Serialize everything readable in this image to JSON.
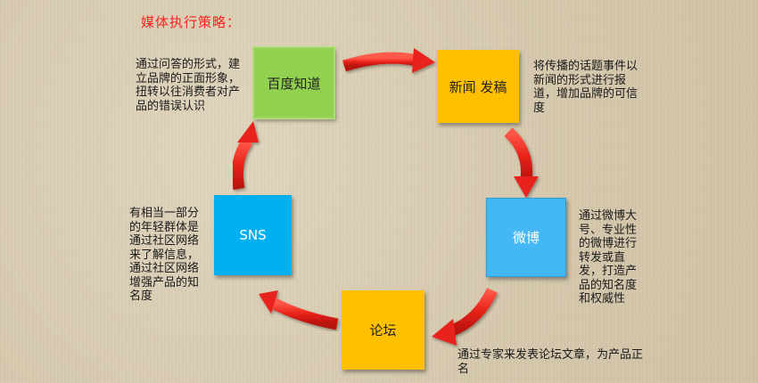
{
  "title": "媒体执行策略：",
  "nodes": {
    "baidu": {
      "label": "百度知道",
      "color": "#92d050",
      "description": "通过问答的形式，建立品牌的正面形象，扭转以往消费者对产品的错误认识"
    },
    "news": {
      "label": "新闻 发稿",
      "color": "#ffc000",
      "description": "将传播的话题事件以新闻的形式进行报道，增加品牌的可信度"
    },
    "weibo": {
      "label": "微博",
      "color": "#44b8f4",
      "description": "通过微博大号、专业性的微博进行转发或直发，打造产品的知名度和权威性"
    },
    "forum": {
      "label": "论坛",
      "color": "#ffc000",
      "description": "通过专家来发表论坛文章，为产品正名"
    },
    "sns": {
      "label": "SNS",
      "color": "#00b0f0",
      "description": "有相当一部分的年轻群体是通过社区网络来了解信息，通过社区网络增强产品的知名度"
    }
  },
  "arrow_color": "#e8231a"
}
